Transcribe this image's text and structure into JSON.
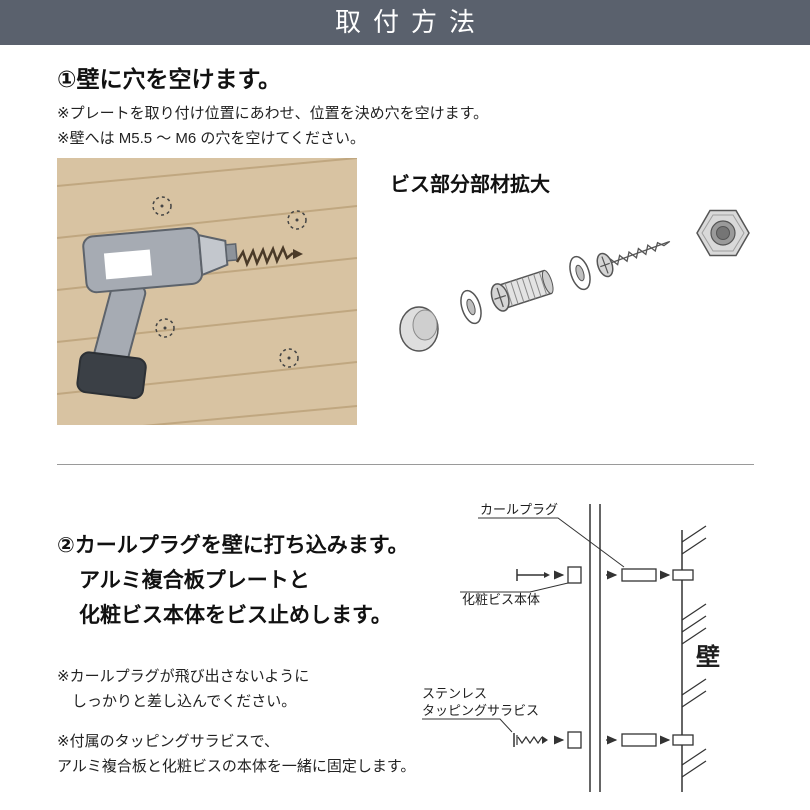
{
  "header": {
    "title": "取付方法"
  },
  "section1": {
    "step_heading": "①壁に穴を空けます。",
    "note1": "※プレートを取り付け位置にあわせ、位置を決め穴を空けます。",
    "note2": "※壁へは M5.5 ～ M6 の穴を空けてください。",
    "parts_diagram_title": "ビス部分部材拡大"
  },
  "section2": {
    "step_heading_line1": "②カールプラグを壁に打ち込みます。",
    "step_heading_line2": "アルミ複合板プレートと",
    "step_heading_line3": "化粧ビス本体をビス止めします。",
    "note1_line1": "※カールプラグが飛び出さないように",
    "note1_line2": "しっかりと差し込んでください。",
    "note2_line1": "※付属のタッピングサラビスで、",
    "note2_line2": "アルミ複合板と化粧ビスの本体を一緒に固定します。",
    "diagram_labels": {
      "curl_plug": "カールプラグ",
      "decorative_screw_body": "化粧ビス本体",
      "stainless_line1": "ステンレス",
      "stainless_line2": "タッピングサラビス",
      "wall": "壁"
    }
  },
  "colors": {
    "header_bg": "#5a616d",
    "wood_bg": "#d8c3a2",
    "line": "#333333"
  }
}
